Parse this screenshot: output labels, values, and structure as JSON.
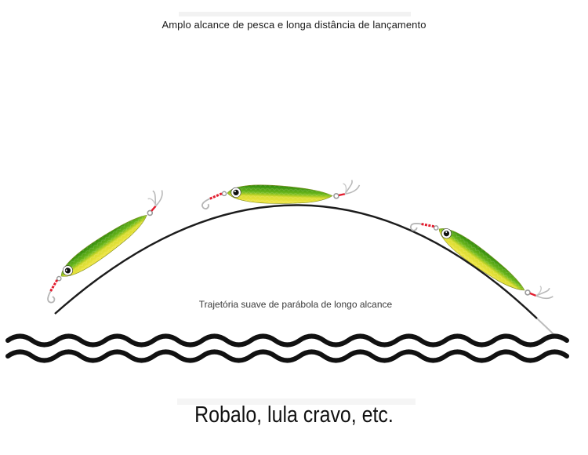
{
  "headline": "Amplo alcance de pesca e longa distância de lançamento",
  "trajectory_caption": "Trajetória suave de parábola de longo alcance",
  "footer": "Robalo, lula cravo, etc.",
  "colors": {
    "lure_green": "#3f9a12",
    "lure_yellow": "#f1e23a",
    "hook_red": "#e21d2f",
    "arc": "#1c1c1c",
    "waves": "#111111"
  },
  "icons": [
    "fishing-lure-icon",
    "treble-hook-icon",
    "wave-icon"
  ]
}
